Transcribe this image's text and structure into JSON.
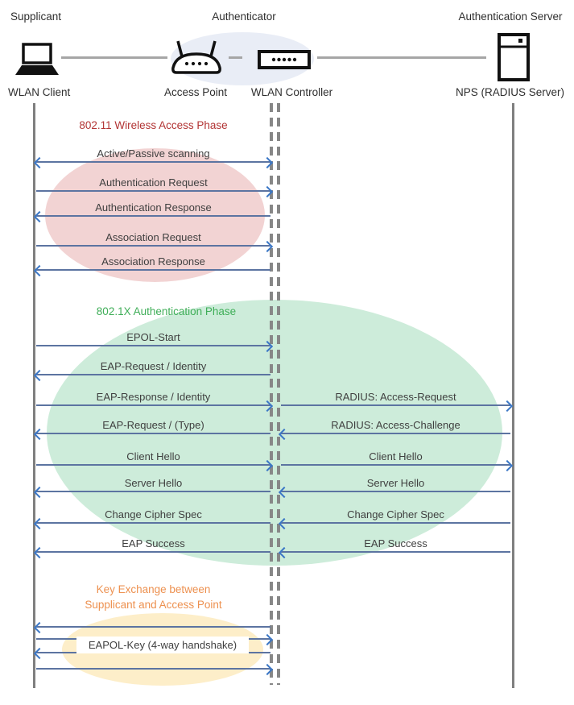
{
  "actors": {
    "supplicant": {
      "role": "Supplicant",
      "device": "WLAN Client"
    },
    "authenticator": {
      "role": "Authenticator",
      "access_point": "Access Point",
      "controller": "WLAN Controller"
    },
    "server": {
      "role": "Authentication Server",
      "device": "NPS (RADIUS Server)"
    }
  },
  "phases": {
    "p80211": {
      "title": "802.11 Wireless Access Phase",
      "title_color": "#b23434",
      "fill": "#f2d3d3"
    },
    "p8021x": {
      "title": "802.1X Authentication Phase",
      "title_color": "#3fae58",
      "fill": "#cdecda"
    },
    "key_exchange": {
      "title_line1": "Key Exchange between",
      "title_line2": "Supplicant and Access Point",
      "title_color": "#ed9150",
      "fill": "#fdeec9",
      "label": "EAPOL-Key (4-way handshake)",
      "arrow_directions": [
        "left",
        "right",
        "left",
        "right"
      ]
    }
  },
  "messages_left": [
    {
      "label": "Active/Passive scanning",
      "direction": "both"
    },
    {
      "label": "Authentication Request",
      "direction": "right"
    },
    {
      "label": "Authentication Response",
      "direction": "left"
    },
    {
      "label": "Association Request",
      "direction": "right"
    },
    {
      "label": "Association Response",
      "direction": "left"
    },
    {
      "label": "EPOL-Start",
      "direction": "right"
    },
    {
      "label": "EAP-Request / Identity",
      "direction": "left"
    },
    {
      "label": "EAP-Response / Identity",
      "direction": "right"
    },
    {
      "label": "EAP-Request / (Type)",
      "direction": "left"
    },
    {
      "label": "Client Hello",
      "direction": "right"
    },
    {
      "label": "Server Hello",
      "direction": "left"
    },
    {
      "label": "Change Cipher Spec",
      "direction": "left"
    },
    {
      "label": "EAP Success",
      "direction": "left"
    }
  ],
  "messages_right": [
    {
      "label": "RADIUS: Access-Request",
      "direction": "right"
    },
    {
      "label": "RADIUS: Access-Challenge",
      "direction": "left"
    },
    {
      "label": "Client Hello",
      "direction": "right"
    },
    {
      "label": "Server Hello",
      "direction": "left"
    },
    {
      "label": "Change Cipher Spec",
      "direction": "left"
    },
    {
      "label": "EAP Success",
      "direction": "left"
    }
  ],
  "colors": {
    "arrow_line": "#5c74a1",
    "arrow_head": "#3b77c6",
    "lifeline": "#7f7f7f",
    "connector": "#a6a6a6",
    "authenticator_halo": "#e9edf6"
  }
}
